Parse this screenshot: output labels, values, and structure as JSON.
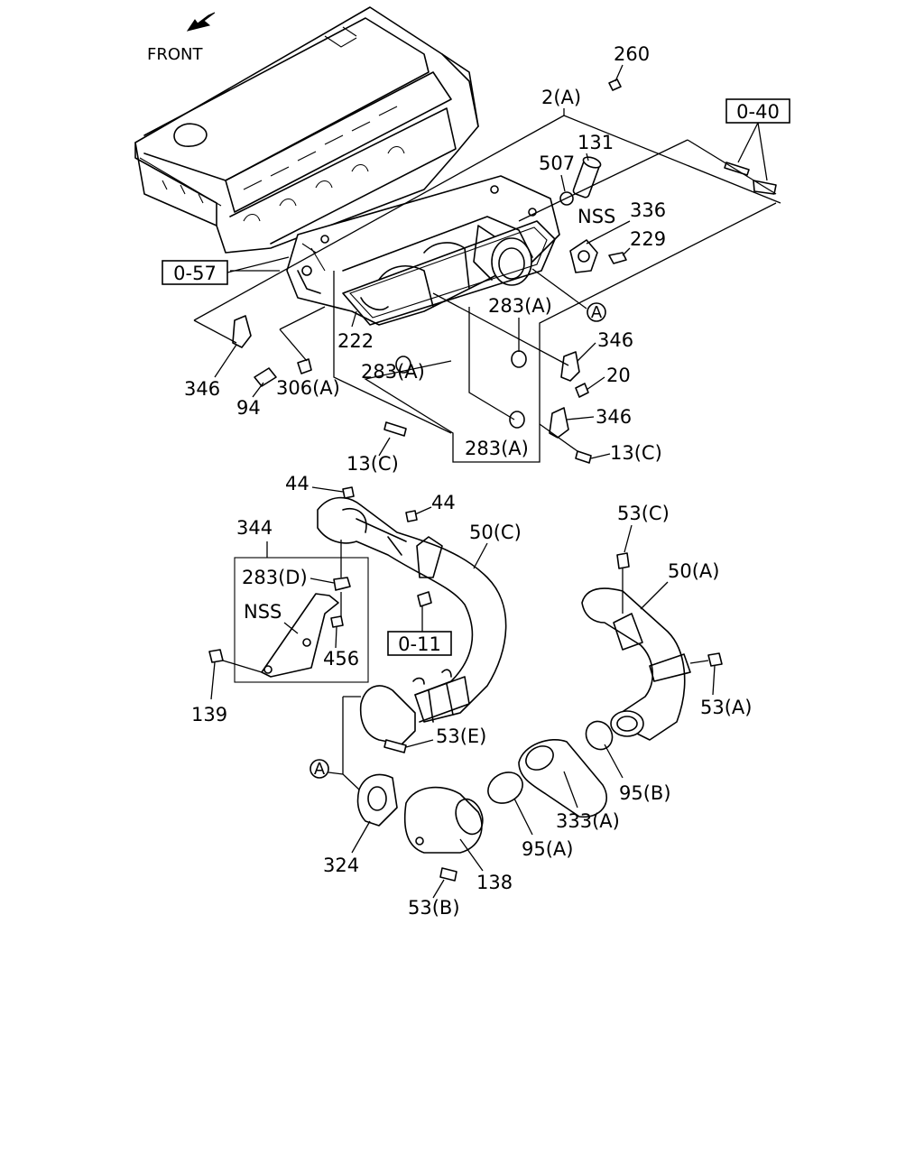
{
  "orientation": {
    "front_label": "FRONT",
    "arrow_icon": "arrow-left-down-icon"
  },
  "references": {
    "ref_0_40": "0-40",
    "ref_0_57": "0-57",
    "ref_0_11": "0-11",
    "circle_a": "A"
  },
  "callouts": {
    "c260": "260",
    "c2a": "2(A)",
    "c131": "131",
    "c507": "507",
    "nss_top": "NSS",
    "c336": "336",
    "c229": "229",
    "c283a_1": "283(A)",
    "c283a_2": "283(A)",
    "c283a_3": "283(A)",
    "c222": "222",
    "c346_1": "346",
    "c346_2": "346",
    "c346_3": "346",
    "c94": "94",
    "c306a": "306(A)",
    "c20": "20",
    "c13c_1": "13(C)",
    "c13c_2": "13(C)",
    "c44_1": "44",
    "c44_2": "44",
    "c344": "344",
    "c283d": "283(D)",
    "nss_bottom": "NSS",
    "c456": "456",
    "c139": "139",
    "c50c": "50(C)",
    "c53c": "53(C)",
    "c50a": "50(A)",
    "c53a": "53(A)",
    "c53e": "53(E)",
    "c95b": "95(B)",
    "c333a": "333(A)",
    "c95a": "95(A)",
    "c324": "324",
    "c138": "138",
    "c53b": "53(B)"
  }
}
